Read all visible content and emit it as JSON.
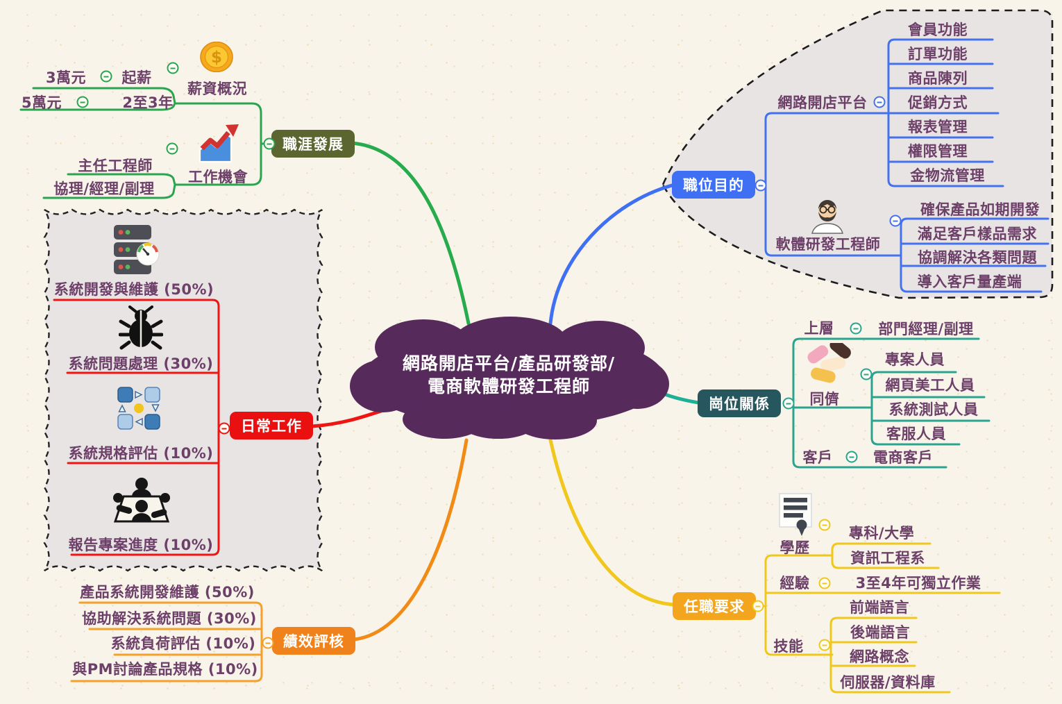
{
  "central": {
    "line1": "網路開店平台/產品研發部/",
    "line2": "電商軟體研發工程師",
    "cloud_color": "#572a5c"
  },
  "branches": {
    "career": {
      "label": "職涯發展",
      "box_color": "#5a6530",
      "line_color": "#2aa44e",
      "salary": {
        "label": "薪資概況",
        "icon": "dollar-coin-icon",
        "start_label": "起薪",
        "start_value": "3萬元",
        "later_label": "2至3年",
        "later_value": "5萬元"
      },
      "jobs": {
        "label": "工作機會",
        "icon": "growth-chart-icon",
        "items": [
          "主任工程師",
          "協理/經理/副理"
        ]
      }
    },
    "purpose": {
      "label": "職位目的",
      "box_color": "#3f6ff2",
      "line_color": "#4472ee",
      "platform": {
        "label": "網路開店平台",
        "items": [
          "會員功能",
          "訂單功能",
          "商品陳列",
          "促銷方式",
          "報表管理",
          "權限管理",
          "金物流管理"
        ]
      },
      "engineer": {
        "label": "軟體研發工程師",
        "icon": "engineer-avatar-icon",
        "items": [
          "確保產品如期開發",
          "滿足客戶樣品需求",
          "協調解決各類問題",
          "導入客戶量產端"
        ]
      }
    },
    "daily": {
      "label": "日常工作",
      "box_color": "#ea1010",
      "line_color": "#ee1512",
      "items": [
        "系統開發與維護 (50%)",
        "系統問題處理 (30%)",
        "系統規格評估 (10%)",
        "報告專案進度 (10%)"
      ],
      "icons": [
        "server-rack-icon",
        "bug-icon",
        "flowchart-icon",
        "meeting-icon"
      ]
    },
    "relations": {
      "label": "崗位關係",
      "box_color": "#26565e",
      "line_color": "#2aa48f",
      "upper_label": "上層",
      "upper_value": "部門經理/副理",
      "peers": {
        "label": "同儕",
        "icon": "stacked-hands-icon",
        "items": [
          "專案人員",
          "網頁美工人員",
          "系統測試人員",
          "客服人員"
        ]
      },
      "customer_label": "客戶",
      "customer_value": "電商客戶"
    },
    "performance": {
      "label": "績效評核",
      "box_color": "#f0821b",
      "line_color": "#f5a02a",
      "items": [
        "產品系統開發維護 (50%)",
        "協助解決系統問題 (30%)",
        "系統負荷評估 (10%)",
        "與PM討論產品規格 (10%)"
      ]
    },
    "requirements": {
      "label": "任職要求",
      "box_color": "#f2a51d",
      "line_color": "#f0c71d",
      "education": {
        "label": "學歷",
        "icon": "diploma-icon",
        "items": [
          "專科/大學",
          "資訊工程系"
        ]
      },
      "experience_label": "經驗",
      "experience_value": "3至4年可獨立作業",
      "skills": {
        "label": "技能",
        "items": [
          "前端語言",
          "後端語言",
          "網路概念",
          "伺服器/資料庫"
        ]
      }
    }
  }
}
